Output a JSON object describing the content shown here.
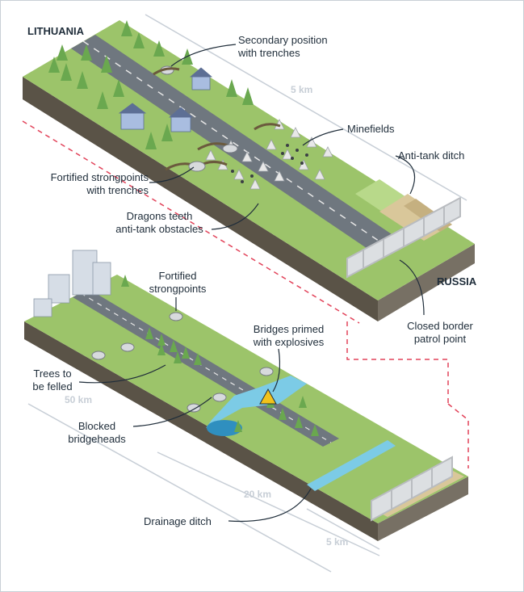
{
  "countries": {
    "top": "LITHUANIA",
    "right": "RUSSIA"
  },
  "top_panel": {
    "labels": {
      "secondary": [
        "Secondary position",
        "with trenches"
      ],
      "minefields": "Minefields",
      "antitank_ditch": "Anti-tank ditch",
      "strongpoints": [
        "Fortified strongpoints",
        "with trenches"
      ],
      "dragons_teeth": [
        "Dragons teeth",
        "anti-tank obstacles"
      ],
      "closed_border": [
        "Closed border",
        "patrol point"
      ]
    },
    "distance": "5 km"
  },
  "bottom_panel": {
    "labels": {
      "fortified": [
        "Fortified",
        "strongpoints"
      ],
      "bridges": [
        "Bridges primed",
        "with explosives"
      ],
      "trees": [
        "Trees to",
        "be felled"
      ],
      "bridgeheads": [
        "Blocked",
        "bridgeheads"
      ],
      "drainage": "Drainage ditch"
    },
    "distances": {
      "d50": "50 km",
      "d20": "20 km",
      "d5": "5 km"
    }
  },
  "colors": {
    "grass": "#9cc46a",
    "grass_dark": "#86ae58",
    "soil_front": "#5a5347",
    "soil_side": "#777064",
    "road": "#6f777f",
    "sand": "#d9c79a",
    "water": "#7ccbe6",
    "tree": "#6aa84f",
    "accent_red": "#e2435a",
    "label": "#1f2d3a"
  }
}
